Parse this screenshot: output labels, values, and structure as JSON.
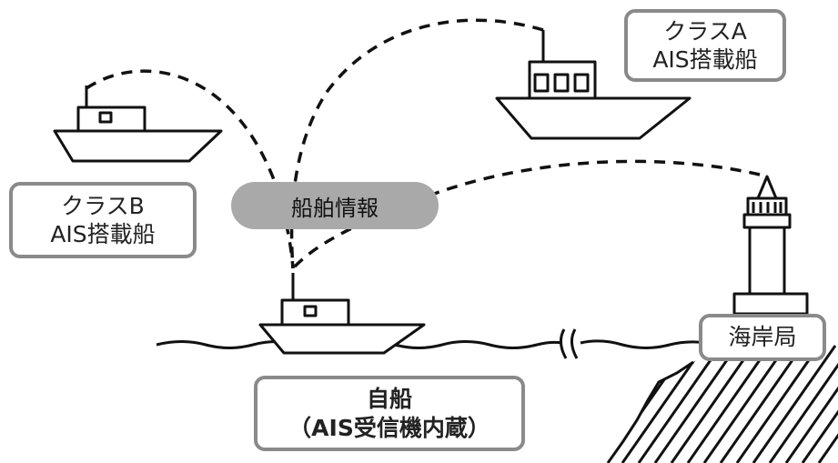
{
  "diagram": {
    "info_bubble": "船舶情報",
    "class_a_ship": {
      "line1": "クラスA",
      "line2": "AIS搭載船"
    },
    "class_b_ship": {
      "line1": "クラスB",
      "line2": "AIS搭載船"
    },
    "own_ship": {
      "line1": "自船",
      "line2": "（AIS受信機内蔵）"
    },
    "coast_station": "海岸局"
  },
  "colors": {
    "stroke": "#111111",
    "box_border": "#8a8a8a",
    "bubble_fill": "#a9a9a9"
  },
  "icons": [
    "ship-icon",
    "lighthouse-icon",
    "coastline-icon",
    "sea-wave-line"
  ]
}
